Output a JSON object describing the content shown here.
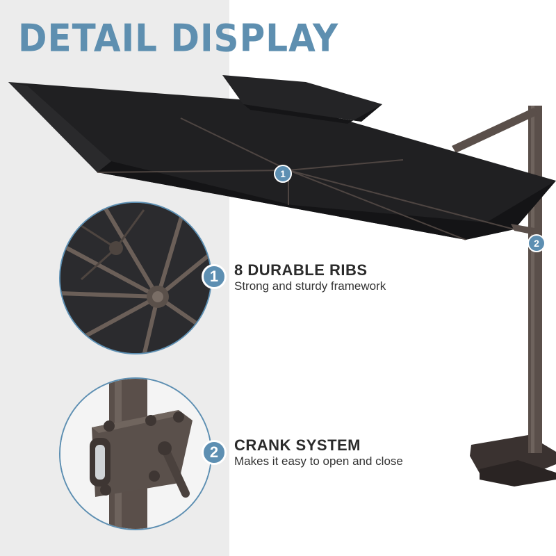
{
  "title": "DETAIL DISPLAY",
  "colors": {
    "accent": "#5d8fb2",
    "canopy": "#1e1e20",
    "frame": "#5a4f4a"
  },
  "callouts": {
    "canopy_marker": "1",
    "crank_marker": "2"
  },
  "features": [
    {
      "number": "1",
      "title": "8 DURABLE RIBS",
      "description": "Strong and sturdy framework"
    },
    {
      "number": "2",
      "title": "CRANK SYSTEM",
      "description": "Makes it easy to open and close"
    }
  ]
}
